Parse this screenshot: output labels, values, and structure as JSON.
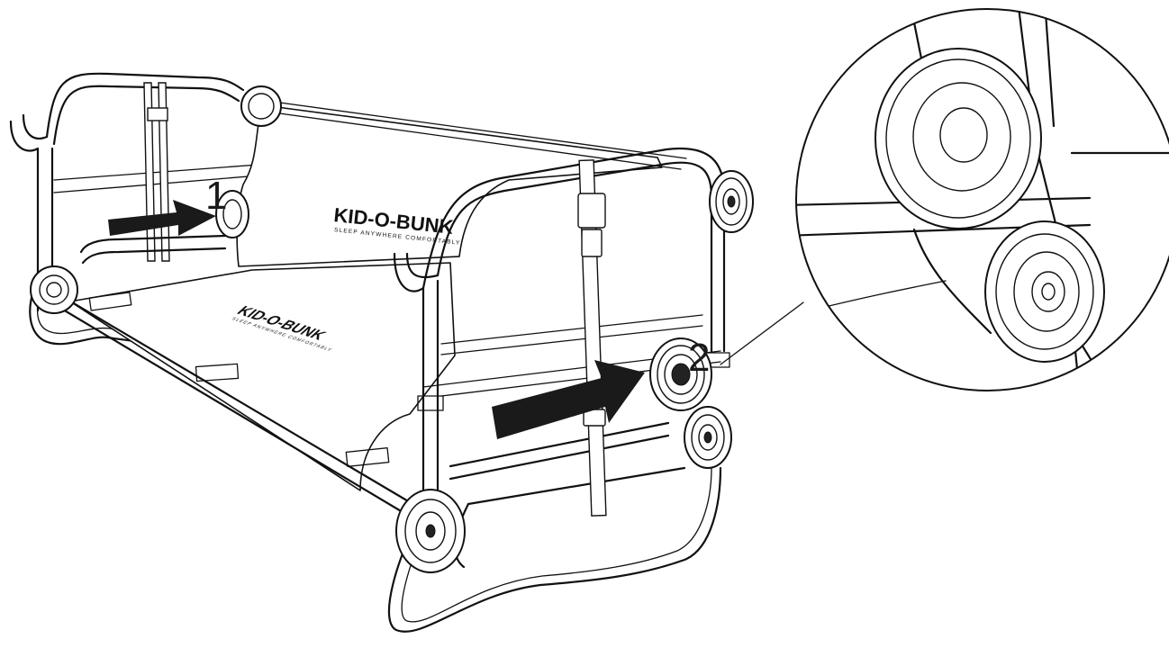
{
  "diagram": {
    "step_labels": [
      "1",
      "2"
    ],
    "brand": {
      "name": "KID-O-BUNK",
      "tagline": "SLEEP ANYWHERE COMFORTABLY"
    },
    "colors": {
      "line": "#111111",
      "arrow": "#1a1a1a",
      "background": "#ffffff"
    },
    "icons": {
      "step_arrow": "arrow-right-icon",
      "wheel": "wheel-connector-icon",
      "magnifier": "detail-callout-icon"
    }
  }
}
